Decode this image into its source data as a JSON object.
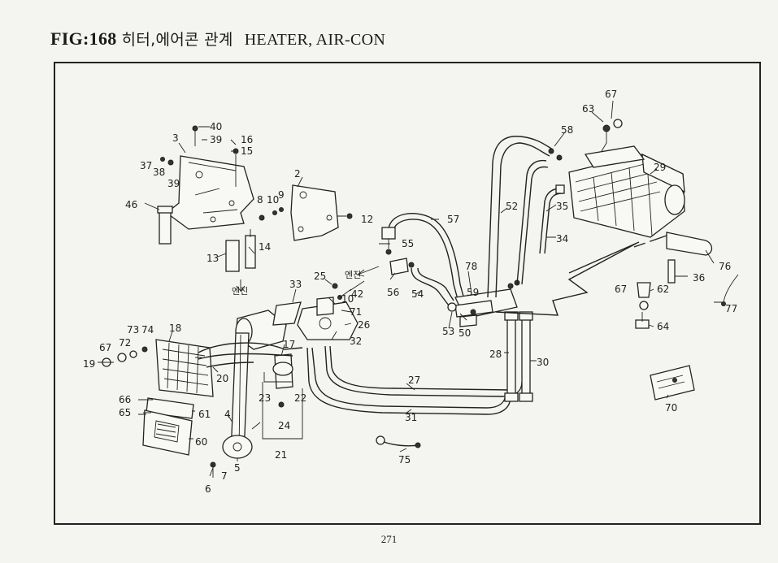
{
  "header": {
    "fig": "FIG:168",
    "title_kr": "히터,에어콘 관계",
    "title_en": "HEATER, AIR-CON"
  },
  "engine_labels": [
    "엔진",
    "엔진"
  ],
  "callouts": [
    "40",
    "39",
    "3",
    "16",
    "15",
    "37",
    "38",
    "39",
    "46",
    "2",
    "8",
    "10",
    "9",
    "12",
    "13",
    "14",
    "67",
    "63",
    "58",
    "29",
    "52",
    "35",
    "34",
    "57",
    "55",
    "56",
    "54",
    "78",
    "59",
    "50",
    "53",
    "76",
    "36",
    "67",
    "62",
    "64",
    "77",
    "25",
    "42",
    "10",
    "71",
    "26",
    "32",
    "33",
    "17",
    "18",
    "74",
    "73",
    "72",
    "67",
    "19",
    "20",
    "23",
    "22",
    "24",
    "21",
    "66",
    "65",
    "61",
    "60",
    "7",
    "6",
    "5",
    "4",
    "28",
    "30",
    "27",
    "31",
    "75",
    "70"
  ],
  "footer": {
    "page_number": "271"
  }
}
